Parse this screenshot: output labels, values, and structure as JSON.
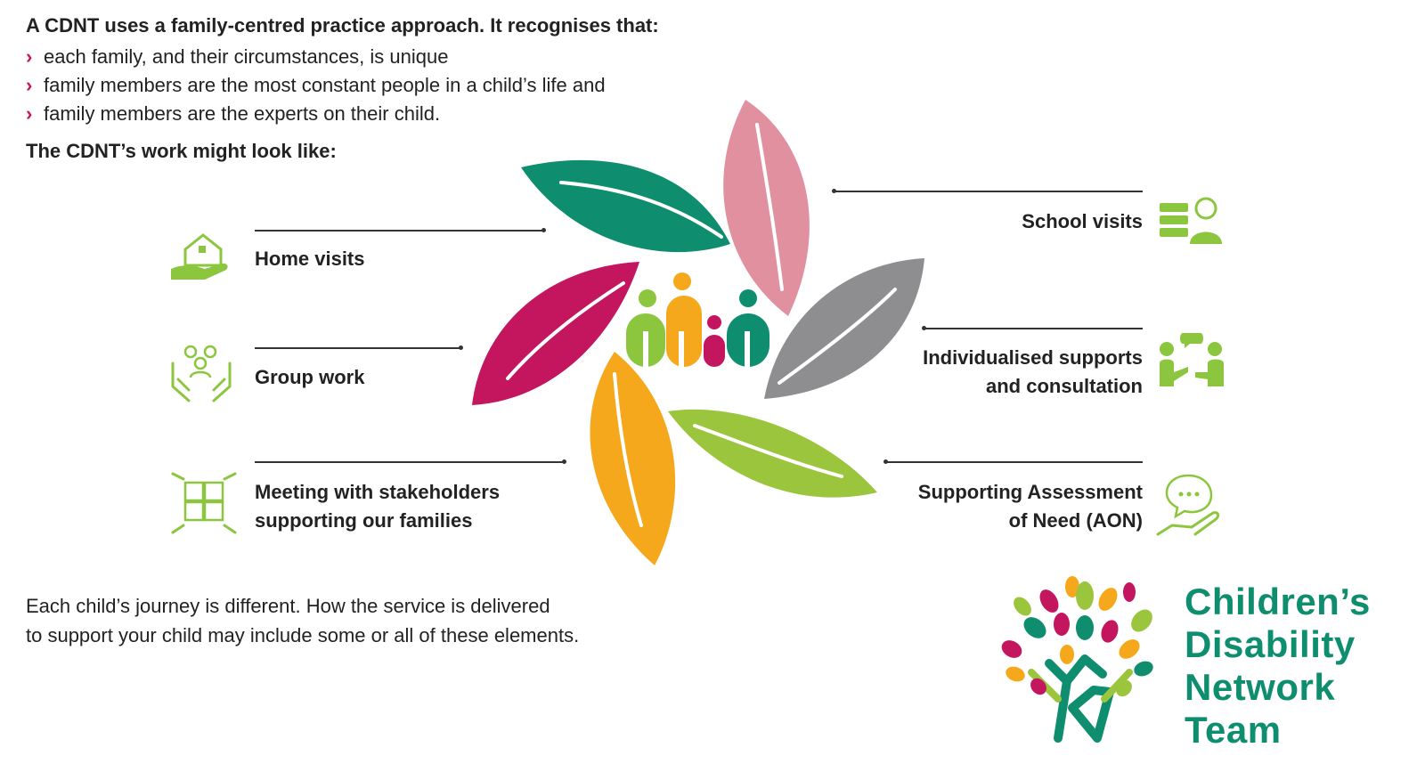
{
  "intro": {
    "title": "A CDNT uses a family-centred practice approach. It recognises that:",
    "bullets": [
      "each family, and their circumstances, is unique",
      "family members are the most constant people in a child’s life and",
      "family members are the experts on their child."
    ]
  },
  "work_title": "The CDNT’s work might look like:",
  "items_left": [
    {
      "lines": [
        "Home visits"
      ],
      "icon": "home-hand-icon"
    },
    {
      "lines": [
        "Group work"
      ],
      "icon": "group-hands-icon"
    },
    {
      "lines": [
        "Meeting with stakeholders",
        "supporting our families"
      ],
      "icon": "puzzle-hands-icon"
    }
  ],
  "items_right": [
    {
      "lines": [
        "School visits"
      ],
      "icon": "books-student-icon"
    },
    {
      "lines": [
        "Individualised supports",
        "and consultation"
      ],
      "icon": "consultation-icon"
    },
    {
      "lines": [
        "Supporting Assessment",
        "of Need (AON)"
      ],
      "icon": "speech-hand-icon"
    }
  ],
  "outro": [
    "Each child’s journey is different. How the service is delivered",
    "to support your child may include some or all of these elements."
  ],
  "brand": {
    "lines": [
      "Children’s",
      "Disability",
      "Network",
      "Team"
    ]
  },
  "colors": {
    "accent_green": "#8cc63f",
    "teal": "#0e8e6e",
    "magenta": "#c4155f",
    "pink": "#e0909e",
    "grey": "#8e8e90",
    "orange": "#f5a81c",
    "lime": "#9bc53d"
  }
}
